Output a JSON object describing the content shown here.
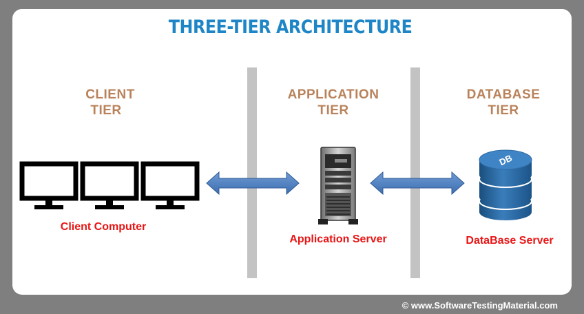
{
  "title": "THREE-TIER ARCHITECTURE",
  "tiers": [
    {
      "line1": "CLIENT",
      "line2": "TIER",
      "caption": "Client Computer"
    },
    {
      "line1": "APPLICATION",
      "line2": "TIER",
      "caption": "Application Server"
    },
    {
      "line1": "DATABASE",
      "line2": "TIER",
      "caption": "DataBase Server"
    }
  ],
  "db_label": "DB",
  "footer": "© www.SoftwareTestingMaterial.com",
  "colors": {
    "title": "#1e86c6",
    "tier_label": "#b9825a",
    "caption": "#e81414",
    "arrow": "#4f81bd",
    "divider": "#c3c3c3",
    "background": "#7f7f7f"
  }
}
